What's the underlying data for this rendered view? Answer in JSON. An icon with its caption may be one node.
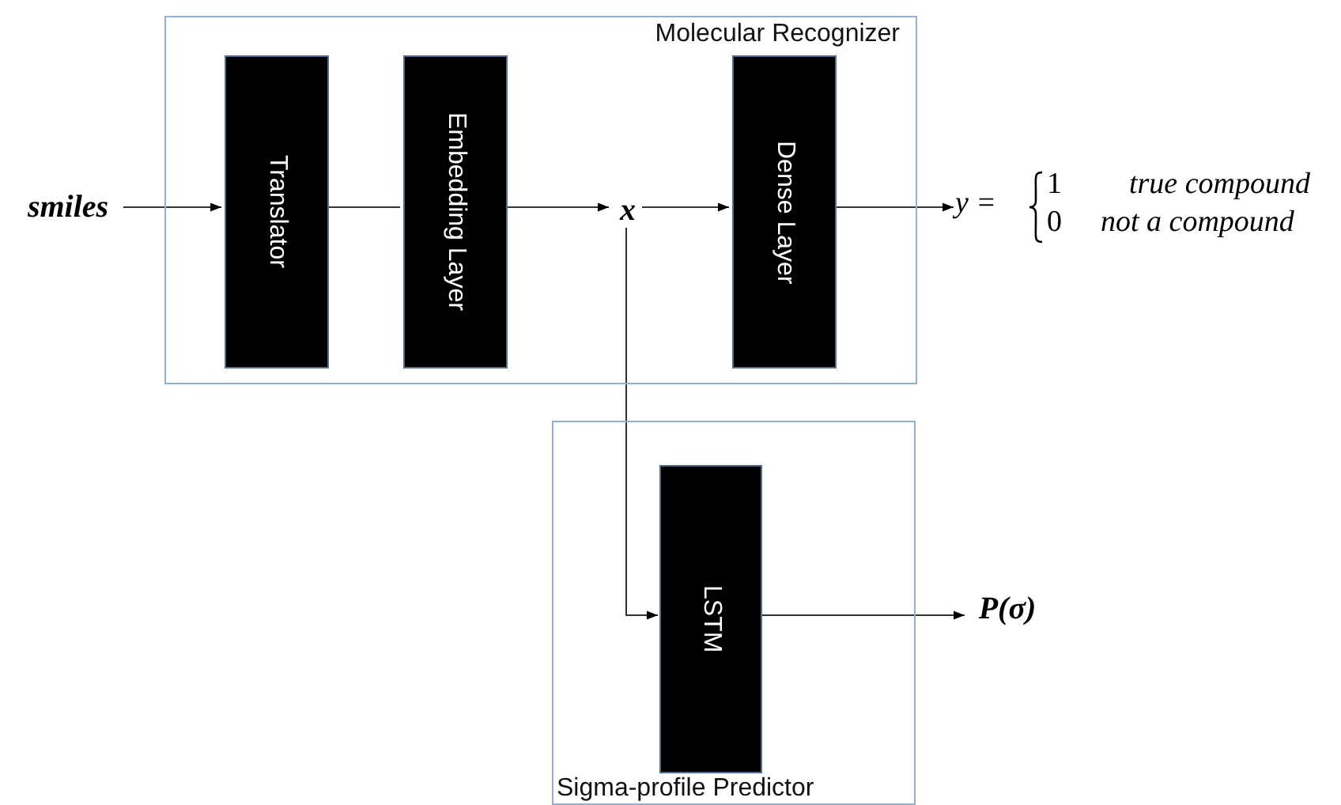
{
  "diagram": {
    "nodes": [
      {
        "text": [
          "Molecular Recognizer"
        ]
      },
      {
        "text": [
          "Translator"
        ],
        "in": 0
      },
      {
        "text": [
          "Embedding Layer"
        ],
        "in": 0
      },
      {
        "text": [
          "x"
        ],
        "in": 0
      },
      {
        "text": [
          "Dense Layer"
        ],
        "in": 0
      },
      {
        "text": [
          "smiles"
        ]
      },
      {
        "text": [
          "y =",
          "1",
          "true compound",
          "0",
          "not a compound"
        ]
      },
      {
        "text": [
          "Sigma-profile Predictor"
        ]
      },
      {
        "text": [
          "LSTM"
        ],
        "in": 7
      },
      {
        "text": [
          "P(σ)"
        ]
      }
    ],
    "edges": [
      {
        "from": 5,
        "to": 1,
        "arrow": "to"
      },
      {
        "from": 1,
        "to": 2,
        "arrow": "none"
      },
      {
        "from": 2,
        "to": 3,
        "arrow": "to"
      },
      {
        "from": 3,
        "to": 4,
        "arrow": "to"
      },
      {
        "from": 4,
        "to": 6,
        "arrow": "to"
      },
      {
        "from": 3,
        "to": 8,
        "arrow": "to"
      },
      {
        "from": 8,
        "to": 9,
        "arrow": "to"
      }
    ]
  }
}
